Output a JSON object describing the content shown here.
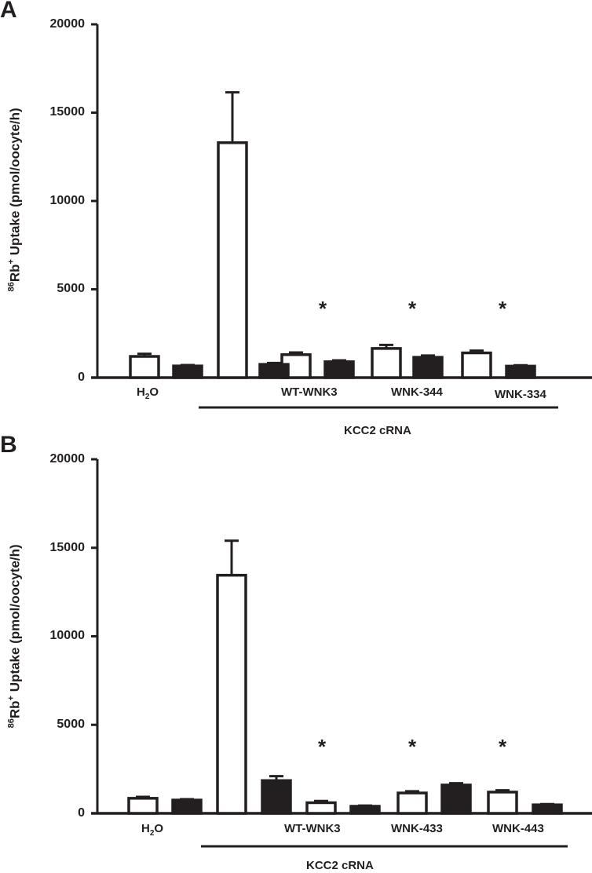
{
  "figure": {
    "panels": [
      {
        "label": "A",
        "y_axis_title_sup1": "86",
        "y_axis_title_main": "Rb",
        "y_axis_title_sup2": "+",
        "y_axis_title_rest": " Uptake (pmol/oocyte/h)",
        "y_ticks": [
          "0",
          "5000",
          "10000",
          "15000",
          "20000"
        ],
        "group_labels": [
          "H2O",
          "WT-WNK3",
          "WNK-344",
          "WNK-334"
        ],
        "bracket_label": "KCC2 cRNA"
      },
      {
        "label": "B",
        "y_axis_title_sup1": "86",
        "y_axis_title_main": "Rb",
        "y_axis_title_sup2": "+",
        "y_axis_title_rest": " Uptake (pmol/oocyte/h)",
        "y_ticks": [
          "0",
          "5000",
          "10000",
          "15000",
          "20000"
        ],
        "group_labels": [
          "H2O",
          "WT-WNK3",
          "WNK-433",
          "WNK-443"
        ],
        "bracket_label": "KCC2 cRNA"
      }
    ],
    "colors": {
      "ink": "#231f20",
      "open_fill": "#ffffff",
      "closed_fill": "#231f20"
    }
  },
  "chart_data": [
    {
      "type": "bar",
      "title": "A",
      "xlabel": "KCC2 cRNA",
      "ylabel": "86Rb+ Uptake (pmol/oocyte/h)",
      "ylim": [
        0,
        20000
      ],
      "yticks": [
        0,
        5000,
        10000,
        15000,
        20000
      ],
      "grid": false,
      "categories": [
        "H2O",
        "KCC2",
        "WT-WNK3",
        "WNK-344",
        "WNK-334"
      ],
      "series": [
        {
          "name": "open bars",
          "fill": "white",
          "values": [
            1200,
            13300,
            1300,
            1650,
            1400
          ],
          "errors": [
            150,
            2850,
            120,
            200,
            130
          ]
        },
        {
          "name": "filled bars",
          "fill": "black",
          "values": [
            660,
            750,
            900,
            1150,
            650
          ],
          "errors": [
            50,
            80,
            80,
            100,
            50
          ]
        }
      ],
      "annotations": [
        "* above WT-WNK3 open bar",
        "* above WNK-344 open bar",
        "* above WNK-334 open bar",
        "H2O subscript 2",
        "bracket line under KCC2 groups labeled KCC2 cRNA"
      ]
    },
    {
      "type": "bar",
      "title": "B",
      "xlabel": "KCC2 cRNA",
      "ylabel": "86Rb+ Uptake (pmol/oocyte/h)",
      "ylim": [
        0,
        20000
      ],
      "yticks": [
        0,
        5000,
        10000,
        15000,
        20000
      ],
      "grid": false,
      "categories": [
        "H2O",
        "KCC2",
        "WT-WNK3",
        "WNK-433",
        "WNK-443"
      ],
      "series": [
        {
          "name": "open bars",
          "fill": "white",
          "values": [
            850,
            13450,
            600,
            1150,
            1200
          ],
          "errors": [
            80,
            1950,
            100,
            100,
            100
          ]
        },
        {
          "name": "filled bars",
          "fill": "black",
          "values": [
            750,
            1850,
            400,
            1600,
            480
          ],
          "errors": [
            50,
            250,
            40,
            100,
            40
          ]
        }
      ],
      "annotations": [
        "* above WT-WNK3 open bar",
        "* above WNK-433 open bar",
        "* above WNK-443 open bar",
        "bracket line under KCC2 groups labeled KCC2 cRNA"
      ]
    }
  ]
}
